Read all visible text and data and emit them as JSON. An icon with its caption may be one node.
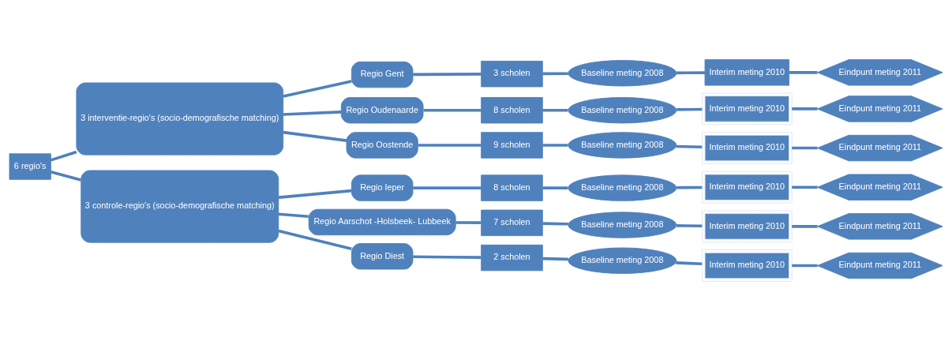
{
  "diagram": {
    "nodes": [
      {
        "text": [
          "6 regio's"
        ]
      },
      {
        "text": [
          "3 interventie-regio's (socio-demografische matching)"
        ]
      },
      {
        "text": [
          "3 controle-regio's (socio-demografische matching)"
        ]
      },
      {
        "text": [
          "Regio Gent"
        ]
      },
      {
        "text": [
          "3 scholen"
        ]
      },
      {
        "text": [
          "Baseline meting 2008"
        ]
      },
      {
        "text": [
          "Interim meting 2010"
        ]
      },
      {
        "text": [
          "Eindpunt meting 2011"
        ]
      },
      {
        "text": [
          "Regio Oudenaarde"
        ]
      },
      {
        "text": [
          "8 scholen"
        ]
      },
      {
        "text": [
          "Baseline meting 2008"
        ]
      },
      {
        "text": [
          "Interim meting 2010"
        ]
      },
      {
        "text": [
          "Eindpunt meting 2011"
        ]
      },
      {
        "text": [
          "Regio Oostende"
        ]
      },
      {
        "text": [
          "9 scholen"
        ]
      },
      {
        "text": [
          "Baseline meting 2008"
        ]
      },
      {
        "text": [
          "Interim meting 2010"
        ]
      },
      {
        "text": [
          "Eindpunt meting 2011"
        ]
      },
      {
        "text": [
          "Regio Ieper"
        ]
      },
      {
        "text": [
          "8 scholen"
        ]
      },
      {
        "text": [
          "Baseline meting 2008"
        ]
      },
      {
        "text": [
          "Interim meting 2010"
        ]
      },
      {
        "text": [
          "Eindpunt meting 2011"
        ]
      },
      {
        "text": [
          "Regio Aarschot -Holsbeek- Lubbeek"
        ]
      },
      {
        "text": [
          "7 scholen"
        ]
      },
      {
        "text": [
          "Baseline meting 2008"
        ]
      },
      {
        "text": [
          "Interim meting 2010"
        ]
      },
      {
        "text": [
          "Eindpunt meting 2011"
        ]
      },
      {
        "text": [
          "Regio Diest"
        ]
      },
      {
        "text": [
          "2 scholen"
        ]
      },
      {
        "text": [
          "Baseline meting 2008"
        ]
      },
      {
        "text": [
          "Interim meting 2010"
        ]
      },
      {
        "text": [
          "Eindpunt meting 2011"
        ]
      }
    ],
    "edges": [
      {
        "from": 0,
        "to": 1,
        "arrow": "none"
      },
      {
        "from": 0,
        "to": 2,
        "arrow": "none"
      },
      {
        "from": 1,
        "to": 3,
        "arrow": "none"
      },
      {
        "from": 1,
        "to": 8,
        "arrow": "none"
      },
      {
        "from": 1,
        "to": 13,
        "arrow": "none"
      },
      {
        "from": 2,
        "to": 18,
        "arrow": "none"
      },
      {
        "from": 2,
        "to": 23,
        "arrow": "none"
      },
      {
        "from": 2,
        "to": 28,
        "arrow": "none"
      },
      {
        "from": 3,
        "to": 4,
        "arrow": "none"
      },
      {
        "from": 4,
        "to": 5,
        "arrow": "none"
      },
      {
        "from": 5,
        "to": 6,
        "arrow": "none"
      },
      {
        "from": 6,
        "to": 7,
        "arrow": "none"
      },
      {
        "from": 8,
        "to": 9,
        "arrow": "none"
      },
      {
        "from": 9,
        "to": 10,
        "arrow": "none"
      },
      {
        "from": 10,
        "to": 11,
        "arrow": "none"
      },
      {
        "from": 11,
        "to": 12,
        "arrow": "none"
      },
      {
        "from": 13,
        "to": 14,
        "arrow": "none"
      },
      {
        "from": 14,
        "to": 15,
        "arrow": "none"
      },
      {
        "from": 15,
        "to": 16,
        "arrow": "none"
      },
      {
        "from": 16,
        "to": 17,
        "arrow": "none"
      },
      {
        "from": 18,
        "to": 19,
        "arrow": "none"
      },
      {
        "from": 19,
        "to": 20,
        "arrow": "none"
      },
      {
        "from": 20,
        "to": 21,
        "arrow": "none"
      },
      {
        "from": 21,
        "to": 22,
        "arrow": "none"
      },
      {
        "from": 23,
        "to": 24,
        "arrow": "none"
      },
      {
        "from": 24,
        "to": 25,
        "arrow": "none"
      },
      {
        "from": 25,
        "to": 26,
        "arrow": "none"
      },
      {
        "from": 26,
        "to": 27,
        "arrow": "none"
      },
      {
        "from": 28,
        "to": 29,
        "arrow": "none"
      },
      {
        "from": 29,
        "to": 30,
        "arrow": "none"
      },
      {
        "from": 30,
        "to": 31,
        "arrow": "none"
      },
      {
        "from": 31,
        "to": 32,
        "arrow": "none"
      }
    ]
  }
}
